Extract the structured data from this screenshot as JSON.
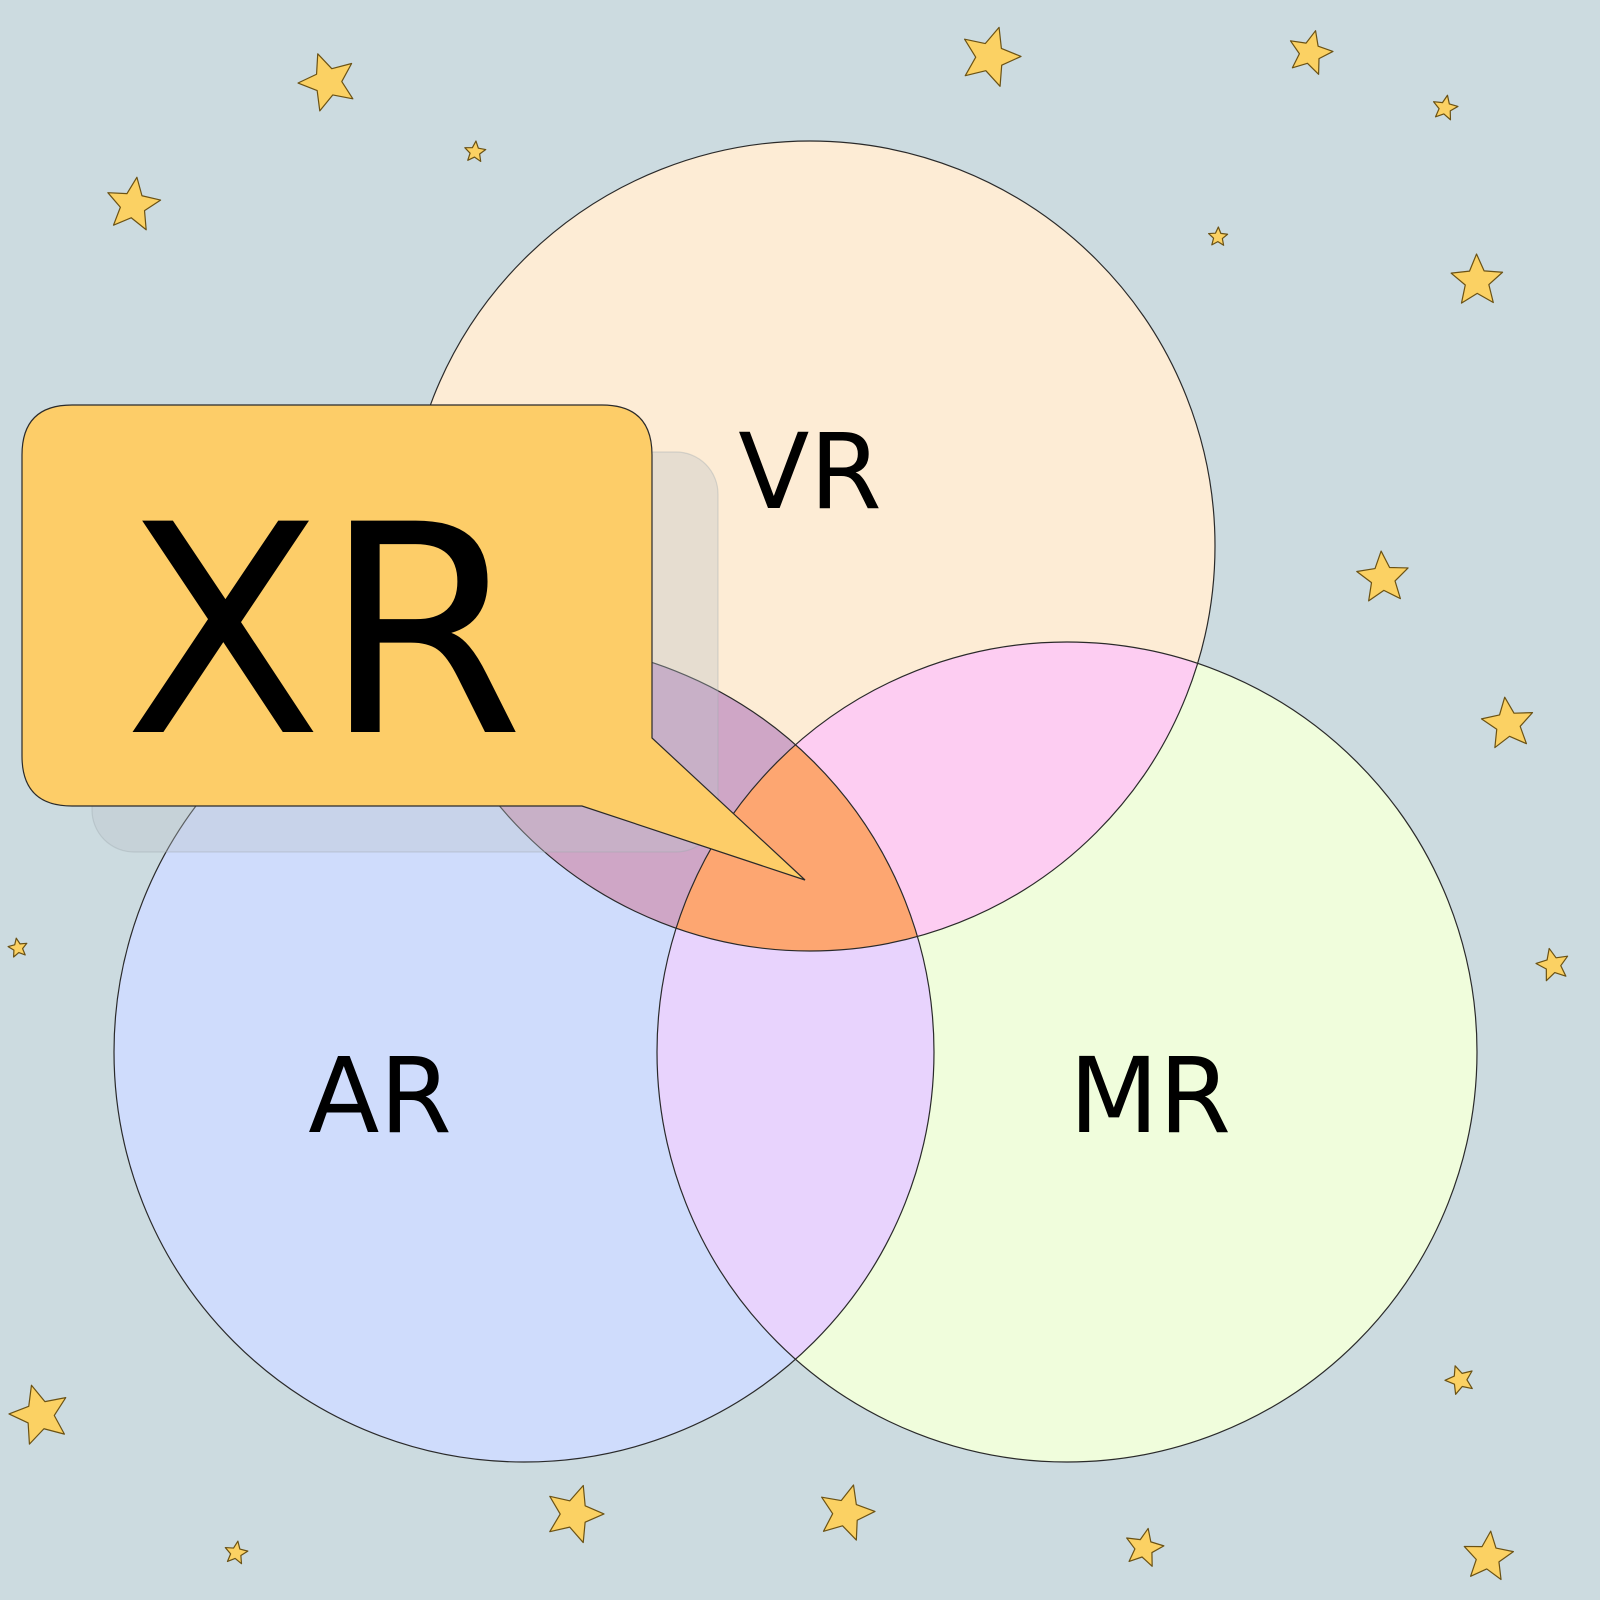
{
  "diagram": {
    "type": "venn",
    "sets": [
      {
        "id": "vr",
        "label": "VR",
        "color": "#fdecd5"
      },
      {
        "id": "ar",
        "label": "AR",
        "color": "#cfdcfc"
      },
      {
        "id": "mr",
        "label": "MR",
        "color": "#f0fddc"
      }
    ],
    "overlaps": [
      {
        "sets": [
          "vr",
          "ar"
        ],
        "color": "#cfa6c6"
      },
      {
        "sets": [
          "vr",
          "mr"
        ],
        "color": "#fdcdf2"
      },
      {
        "sets": [
          "ar",
          "mr"
        ],
        "color": "#e8d3fd"
      },
      {
        "sets": [
          "vr",
          "ar",
          "mr"
        ],
        "color": "#fda671"
      }
    ],
    "callout": {
      "label": "XR",
      "color": "#fdcd68",
      "points_to": [
        "vr",
        "ar",
        "mr"
      ]
    }
  },
  "decoration": {
    "background_color": "#ccdbe0",
    "star_color": "#fbd163",
    "star_outline_color": "#6b5214",
    "shape": "star-icon"
  }
}
